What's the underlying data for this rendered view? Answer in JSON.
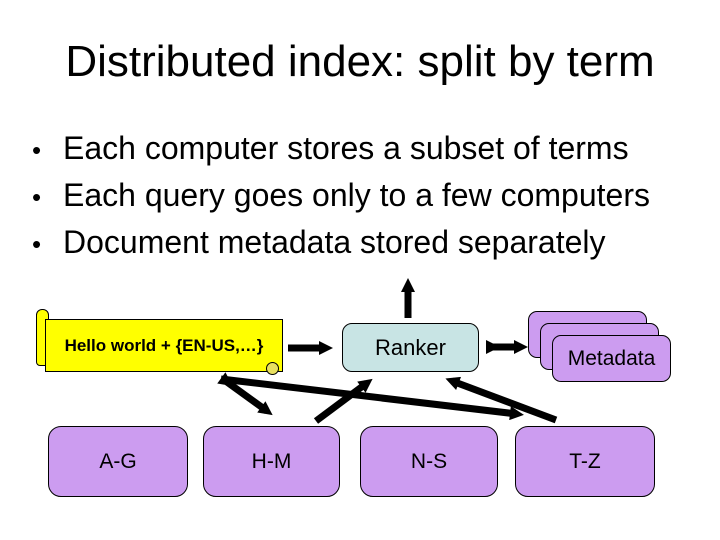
{
  "slide": {
    "title": "Distributed index: split by term",
    "bullet_char": "•",
    "bullets": [
      "Each computer stores a subset of terms",
      "Each query goes only to a few computers",
      "Document metadata stored separately"
    ]
  },
  "diagram": {
    "query_banner": {
      "label": "Hello world + {EN-US,…}"
    },
    "ranker": {
      "label": "Ranker"
    },
    "metadata": {
      "label": "Metadata",
      "stack_count": 3
    },
    "shards": [
      {
        "label": "A-G"
      },
      {
        "label": "H-M"
      },
      {
        "label": "N-S"
      },
      {
        "label": "T-Z"
      }
    ],
    "colors": {
      "banner_fill": "#ffff00",
      "ranker_fill": "#c8e4e4",
      "shard_fill": "#cc9cf0",
      "arrow": "#000000",
      "border": "#000000"
    }
  }
}
